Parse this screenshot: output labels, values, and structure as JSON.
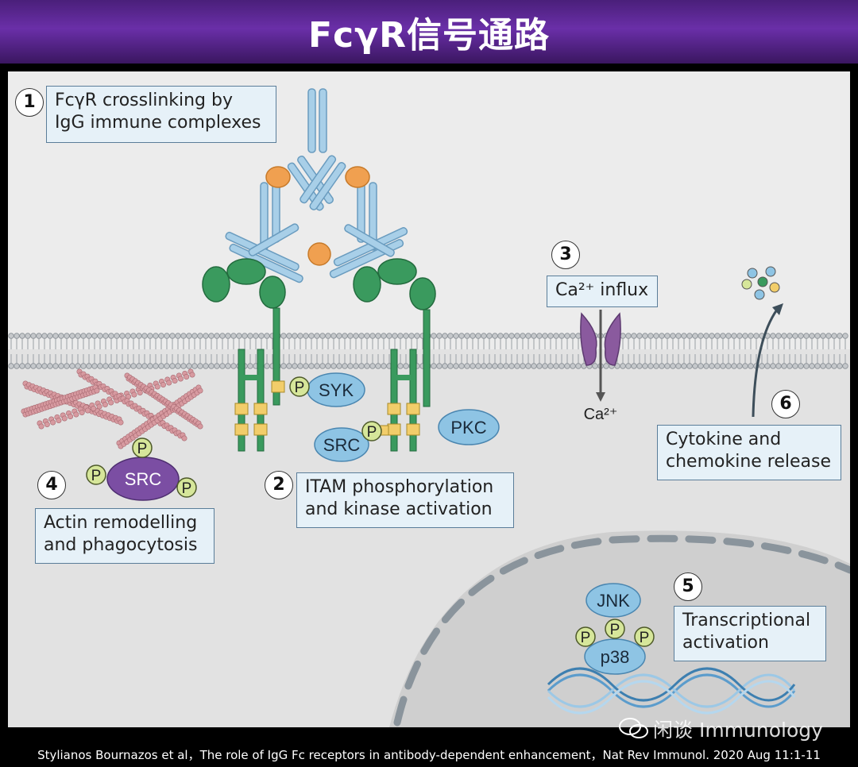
{
  "header": {
    "title": "FcγR信号通路"
  },
  "steps": [
    {
      "number": "1",
      "lines": [
        "FcγR crosslinking by",
        "IgG immune complexes"
      ]
    },
    {
      "number": "2",
      "lines": [
        "ITAM phosphorylation",
        "and kinase activation"
      ]
    },
    {
      "number": "3",
      "text": "Ca²⁺ influx"
    },
    {
      "number": "4",
      "lines": [
        "Actin remodelling",
        "and phagocytosis"
      ]
    },
    {
      "number": "5",
      "lines": [
        "Transcriptional",
        "activation"
      ]
    },
    {
      "number": "6",
      "lines": [
        "Cytokine and",
        "chemokine release"
      ]
    }
  ],
  "molecules": {
    "syk": "SYK",
    "src": "SRC",
    "pkc": "PKC",
    "src_actin": "SRC",
    "jnk": "JNK",
    "p38": "p38",
    "phospho": "P",
    "calcium": "Ca²⁺"
  },
  "colors": {
    "header": "#5b2891",
    "antibody": "#a8cfe8",
    "hinge": "#f0a050",
    "receptor": "#3a9a5e",
    "kinase": "#8ec4e4",
    "src_actin": "#7b4ea3",
    "phospho": "#d6e69a",
    "actin": "#d79aa0",
    "channel": "#8a5a9e"
  },
  "footer": {
    "citation": "Stylianos Bournazos et al，The role of IgG Fc receptors in antibody-dependent enhancement，Nat Rev Immunol. 2020 Aug 11:1-11"
  },
  "watermark": {
    "text": "闲谈 Immunology"
  }
}
